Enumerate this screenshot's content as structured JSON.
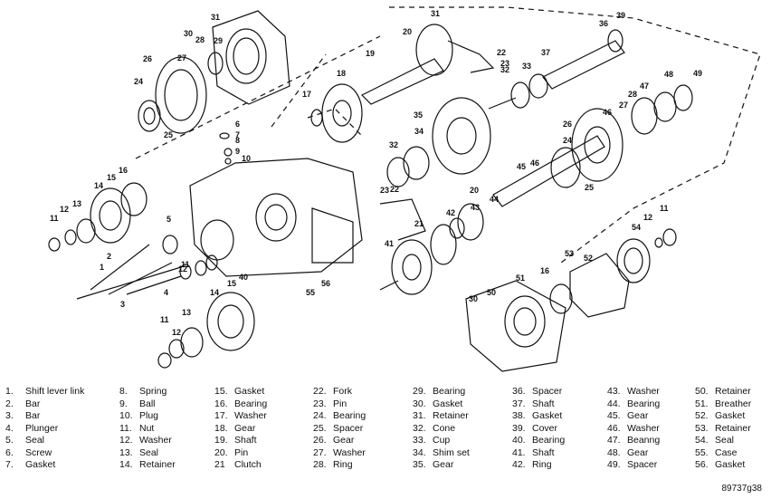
{
  "figure_id": "89737g38",
  "legend": [
    {
      "n": "1.",
      "label": "Shift lever link"
    },
    {
      "n": "2.",
      "label": "Bar"
    },
    {
      "n": "3.",
      "label": "Bar"
    },
    {
      "n": "4.",
      "label": "Plunger"
    },
    {
      "n": "5.",
      "label": "Seal"
    },
    {
      "n": "6.",
      "label": "Screw"
    },
    {
      "n": "7.",
      "label": "Gasket"
    },
    {
      "n": "8.",
      "label": "Spring"
    },
    {
      "n": "9.",
      "label": "Ball"
    },
    {
      "n": "10.",
      "label": "Plug"
    },
    {
      "n": "11.",
      "label": "Nut"
    },
    {
      "n": "12.",
      "label": "Washer"
    },
    {
      "n": "13.",
      "label": "Seal"
    },
    {
      "n": "14.",
      "label": "Retainer"
    },
    {
      "n": "15.",
      "label": "Gasket"
    },
    {
      "n": "16.",
      "label": "Bearing"
    },
    {
      "n": "17.",
      "label": "Washer"
    },
    {
      "n": "18.",
      "label": "Gear"
    },
    {
      "n": "19.",
      "label": "Shaft"
    },
    {
      "n": "20.",
      "label": "Pin"
    },
    {
      "n": "21",
      "label": "Clutch"
    },
    {
      "n": "22.",
      "label": "Fork"
    },
    {
      "n": "23.",
      "label": "Pin"
    },
    {
      "n": "24.",
      "label": "Bearing"
    },
    {
      "n": "25.",
      "label": "Spacer"
    },
    {
      "n": "26.",
      "label": "Gear"
    },
    {
      "n": "27.",
      "label": "Washer"
    },
    {
      "n": "28.",
      "label": "Ring"
    },
    {
      "n": "29.",
      "label": "Bearing"
    },
    {
      "n": "30.",
      "label": "Gasket"
    },
    {
      "n": "31.",
      "label": "Retainer"
    },
    {
      "n": "32.",
      "label": "Cone"
    },
    {
      "n": "33.",
      "label": "Cup"
    },
    {
      "n": "34.",
      "label": "Shim set"
    },
    {
      "n": "35.",
      "label": "Gear"
    },
    {
      "n": "36.",
      "label": "Spacer"
    },
    {
      "n": "37.",
      "label": "Shaft"
    },
    {
      "n": "38.",
      "label": "Gasket"
    },
    {
      "n": "39.",
      "label": "Cover"
    },
    {
      "n": "40.",
      "label": "Bearing"
    },
    {
      "n": "41.",
      "label": "Shaft"
    },
    {
      "n": "42.",
      "label": "Ring"
    },
    {
      "n": "43.",
      "label": "Washer"
    },
    {
      "n": "44.",
      "label": "Bearing"
    },
    {
      "n": "45.",
      "label": "Gear"
    },
    {
      "n": "46.",
      "label": "Washer"
    },
    {
      "n": "47.",
      "label": "Beanng"
    },
    {
      "n": "48.",
      "label": "Gear"
    },
    {
      "n": "49.",
      "label": "Spacer"
    },
    {
      "n": "50.",
      "label": "Retainer"
    },
    {
      "n": "51.",
      "label": "Breather"
    },
    {
      "n": "52.",
      "label": "Gasket"
    },
    {
      "n": "53.",
      "label": "Retainer"
    },
    {
      "n": "54.",
      "label": "Seal"
    },
    {
      "n": "55.",
      "label": "Case"
    },
    {
      "n": "56.",
      "label": "Gasket"
    }
  ],
  "callouts": [
    "31",
    "30",
    "29",
    "28",
    "26",
    "27",
    "24",
    "25",
    "18",
    "17",
    "19",
    "31",
    "20",
    "22",
    "23",
    "32",
    "33",
    "37",
    "36",
    "39",
    "35",
    "34",
    "32",
    "26",
    "28",
    "47",
    "48",
    "49",
    "46",
    "27",
    "24",
    "45",
    "44",
    "43",
    "42",
    "21",
    "23",
    "22",
    "20",
    "41",
    "6",
    "7",
    "8",
    "9",
    "10",
    "16",
    "15",
    "14",
    "13",
    "12",
    "11",
    "5",
    "12",
    "11",
    "2",
    "1",
    "3",
    "4",
    "11",
    "12",
    "13",
    "14",
    "15",
    "40",
    "55",
    "56",
    "54",
    "12",
    "11",
    "53",
    "16",
    "52",
    "50",
    "51",
    "30",
    "46",
    "25"
  ]
}
